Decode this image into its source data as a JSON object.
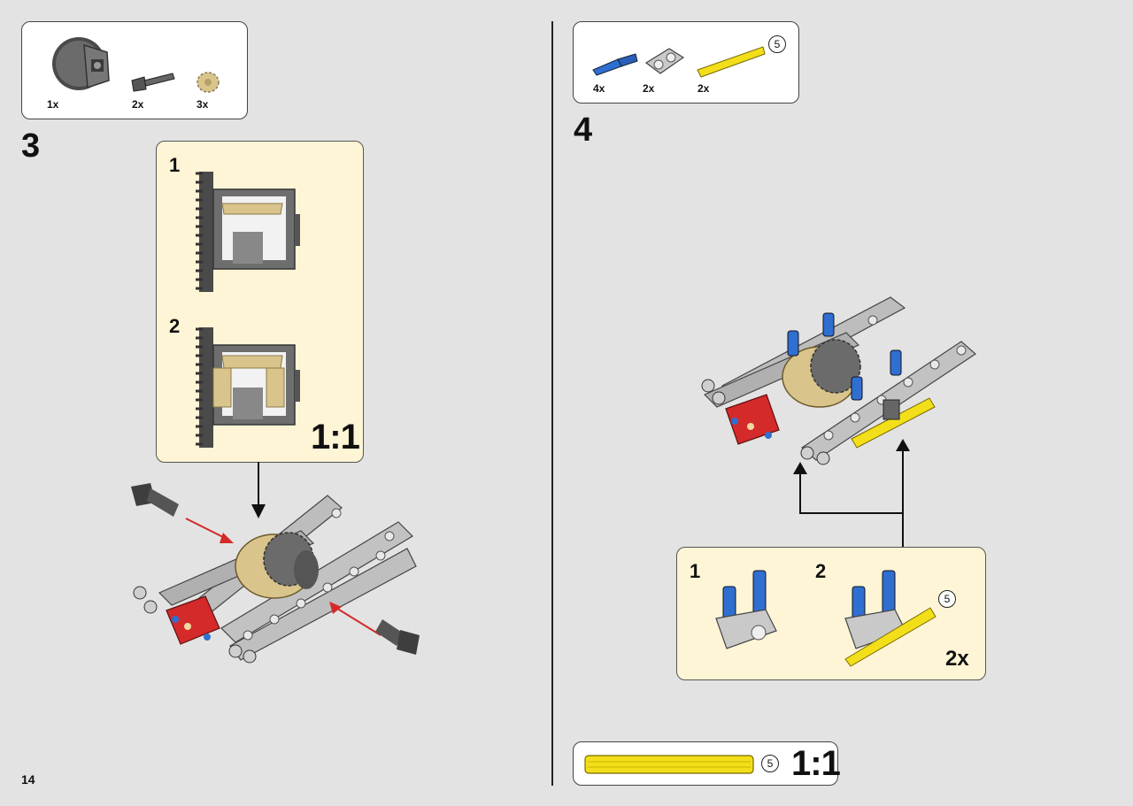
{
  "page_number": "14",
  "step3": {
    "step_number": "3",
    "parts": [
      {
        "name": "differential-gear-housing",
        "qty": "1x"
      },
      {
        "name": "axle-pin-dark-gray",
        "qty": "2x"
      },
      {
        "name": "bevel-gear-tan",
        "qty": "3x"
      }
    ],
    "callout": {
      "sub1": "1",
      "sub2": "2",
      "scale": "1:1"
    }
  },
  "step4": {
    "step_number": "4",
    "parts": [
      {
        "name": "blue-axle-pin",
        "qty": "4x"
      },
      {
        "name": "light-gray-pin-connector",
        "qty": "2x"
      },
      {
        "name": "yellow-axle-length-5",
        "qty": "2x",
        "length": "5"
      }
    ],
    "callout": {
      "sub1": "1",
      "sub2": "2",
      "length": "5",
      "multiplier": "2x"
    }
  },
  "axle_reference": {
    "length": "5",
    "scale": "1:1"
  },
  "colors": {
    "background": "#e3e3e3",
    "callout_bg": "#fdf5d6",
    "frame_gray": "#b9b9b9",
    "dark_gray": "#5a5a5a",
    "red_part": "#d42a2a",
    "blue_pin": "#2f6fd0",
    "yellow_axle": "#f2df1a",
    "tan_gear": "#d9c48c"
  }
}
